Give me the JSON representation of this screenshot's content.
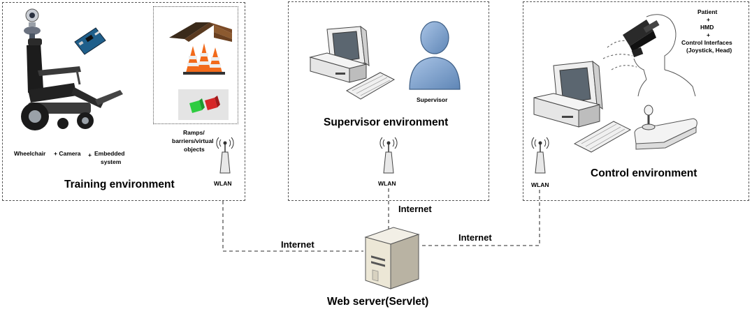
{
  "training": {
    "title": "Training environment",
    "wheelchair_label": "Wheelchair",
    "camera_label": "+ Camera",
    "embedded_plus": "+",
    "embedded_label_1": "Embedded",
    "embedded_label_2": "system",
    "ramps_label_1": "Ramps/",
    "ramps_label_2": "barriers/virtual",
    "ramps_label_3": "objects",
    "wlan_label": "WLAN"
  },
  "supervisor": {
    "title": "Supervisor environment",
    "person_label": "Supervisor",
    "wlan_label": "WLAN"
  },
  "control": {
    "title": "Control environment",
    "wlan_label": "WLAN",
    "patient_lines": [
      "Patient",
      "+",
      "HMD",
      "+",
      "Control Interfaces",
      "(Joystick, Head)"
    ]
  },
  "server": {
    "title": "Web server(Servlet)"
  },
  "links": {
    "left_label": "Internet",
    "middle_label": "Internet",
    "right_label": "Internet"
  }
}
